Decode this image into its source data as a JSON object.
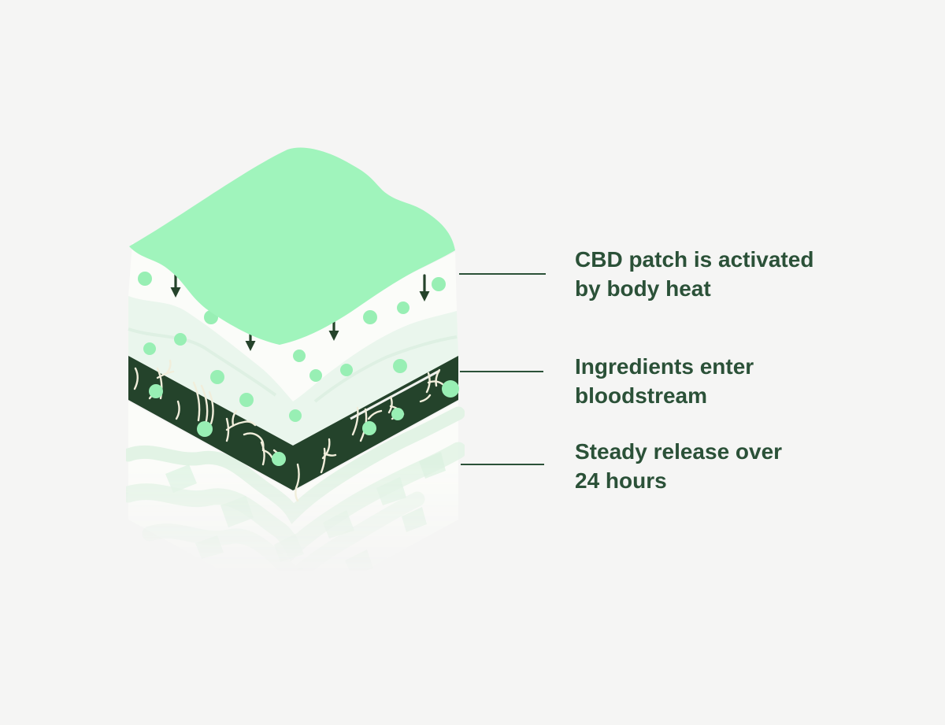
{
  "page": {
    "background": "#f5f5f4",
    "text_color": "#2b5138"
  },
  "illustration": {
    "name": "cbd-patch-skin-cross-section",
    "arrow_count": 4,
    "colors": {
      "patch": "#a0f4bc",
      "particles": "#98efb4",
      "skin_surface": "#fbfcf9",
      "epidermis": "#eaf6ed",
      "bloodstream": "#24432b",
      "veins": "#f1eedb",
      "deep_tissue": "#e2f3e5",
      "arrow": "#25432b",
      "connector_line": "#2b5138"
    }
  },
  "callouts": [
    {
      "line1": "CBD patch is activated",
      "line2": "by body heat"
    },
    {
      "line1": "Ingredients enter",
      "line2": "bloodstream"
    },
    {
      "line1": "Steady release over",
      "line2": "24 hours"
    }
  ]
}
